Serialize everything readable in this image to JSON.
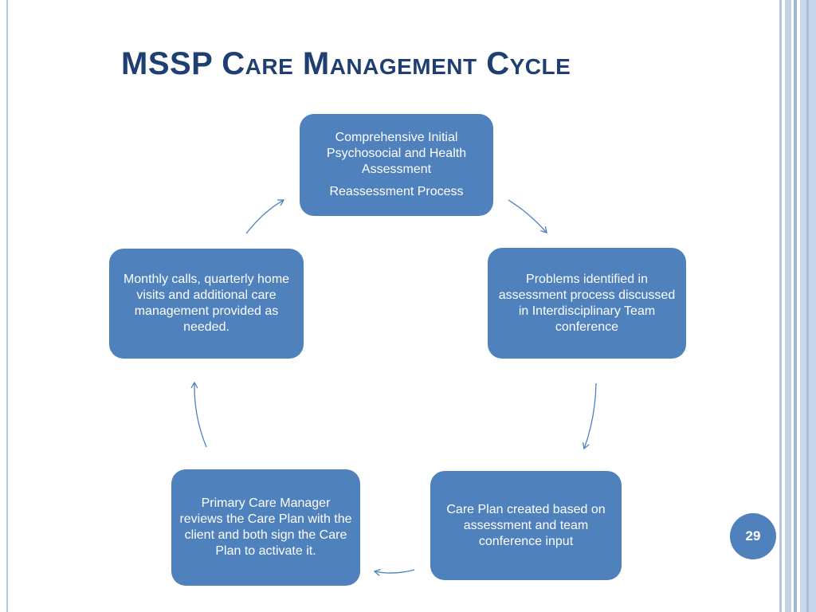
{
  "slide": {
    "title": "MSSP Care Management Cycle",
    "page_number": "29"
  },
  "cycle": {
    "top": {
      "lines": [
        "Comprehensive Initial Psychosocial and Health Assessment",
        "Reassessment  Process"
      ]
    },
    "right": {
      "text": "Problems identified  in assessment process discussed in Interdisciplinary Team conference"
    },
    "bottom_right": {
      "text": "Care Plan  created based on assessment and team conference input"
    },
    "bottom_left": {
      "text": "Primary Care Manager reviews the Care Plan with the client and both sign the Care Plan to activate it."
    },
    "left": {
      "text": "Monthly calls, quarterly home visits and additional care management provided as needed."
    }
  },
  "colors": {
    "accent": "#4f81bd",
    "title": "#1f3f73"
  }
}
